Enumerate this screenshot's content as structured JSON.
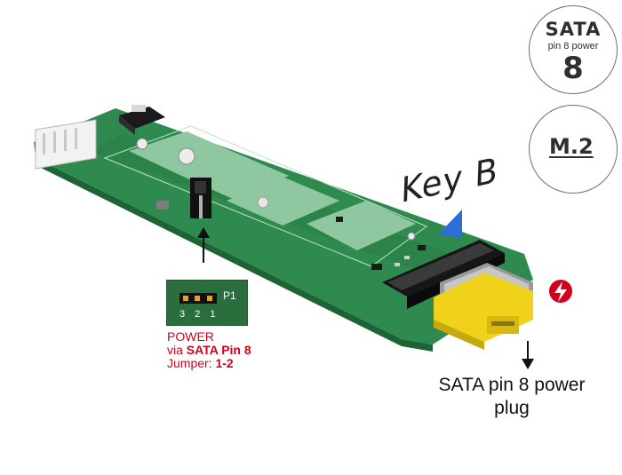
{
  "badges": {
    "sata": {
      "line1": "SATA",
      "line2": "pin 8 power",
      "line3": "8"
    },
    "m2": {
      "label": "M.2"
    }
  },
  "key_label": "Key B",
  "jumper": {
    "pins": "3 2 1",
    "name": "P1"
  },
  "power_note": {
    "line1": "POWER",
    "line2_prefix": "via ",
    "line2_bold": "SATA Pin 8",
    "line3_prefix": "Jumper: ",
    "line3_bold": "1-2"
  },
  "plug_label": {
    "line1": "SATA pin 8 power",
    "line2": "plug"
  },
  "colors": {
    "pcb": "#2e8a4e",
    "pcb_light": "#8fc8a0",
    "connector": "#161616",
    "plug_yellow": "#f1d21a",
    "text_red": "#d0021b",
    "key_marker": "#2c6ed6",
    "power_icon": "#d0021b"
  }
}
